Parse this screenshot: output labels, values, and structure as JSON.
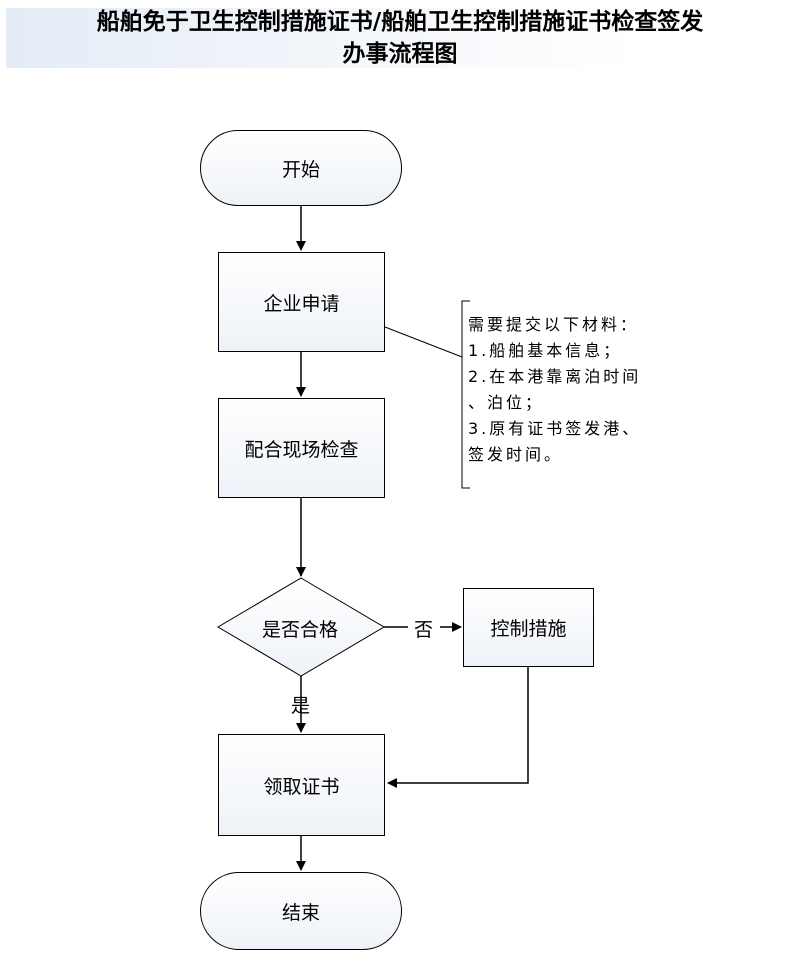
{
  "title": {
    "line1": "船舶免于卫生控制措施证书/船舶卫生控制措施证书检查签发",
    "line2": "办事流程图"
  },
  "nodes": {
    "start": "开始",
    "apply": "企业申请",
    "inspect": "配合现场检查",
    "decision": "是否合格",
    "control": "控制措施",
    "certificate": "领取证书",
    "end": "结束"
  },
  "edge_labels": {
    "no": "否",
    "yes": "是"
  },
  "note": {
    "lines": [
      "需要提交以下材料：",
      "1.船舶基本信息；",
      "2.在本港靠离泊时间",
      "、泊位；",
      "3.原有证书签发港、",
      "签发时间。"
    ]
  }
}
